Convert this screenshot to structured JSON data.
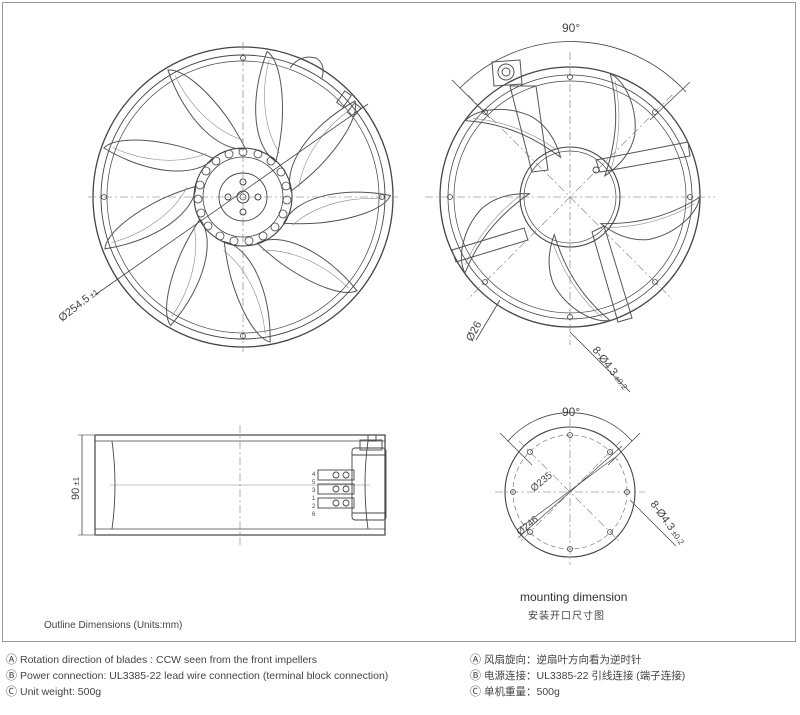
{
  "dimensions": {
    "front_diameter": "Ø254.5",
    "front_diameter_tol": "±1",
    "top_angle": "90°",
    "hole_diameter": "Ø26",
    "mount_holes": "8-Ø4.3",
    "mount_holes_tol": "±0.2",
    "side_height": "90",
    "side_height_tol": "±1",
    "mount_angle": "90°",
    "mount_d1": "Ø235",
    "mount_d2": "Ø246",
    "mount_holes2": "8-Ø4.3",
    "mount_holes2_tol": "±0.2",
    "lead_marks": [
      "4",
      "5",
      "3",
      "1",
      "2",
      "6"
    ]
  },
  "labels": {
    "mounting_en": "mounting dimension",
    "mounting_cn": "安装开口尺寸图",
    "outline": "Outline Dimensions (Units:mm)"
  },
  "notes_en": [
    {
      "mark": "Ⓐ",
      "text": "Rotation direction of blades : CCW seen from the front impellers"
    },
    {
      "mark": "Ⓑ",
      "text": "Power connection: UL3385-22 lead wire connection (terminal block connection)"
    },
    {
      "mark": "Ⓒ",
      "text": "Unit weight:  500g"
    }
  ],
  "notes_cn": [
    {
      "mark": "Ⓐ",
      "text": "风扇旋向：逆扇叶方向看为逆时针"
    },
    {
      "mark": "Ⓑ",
      "text": "电源连接：UL3385-22 引线连接 (端子连接)"
    },
    {
      "mark": "Ⓒ",
      "text": "单机重量：500g"
    }
  ]
}
